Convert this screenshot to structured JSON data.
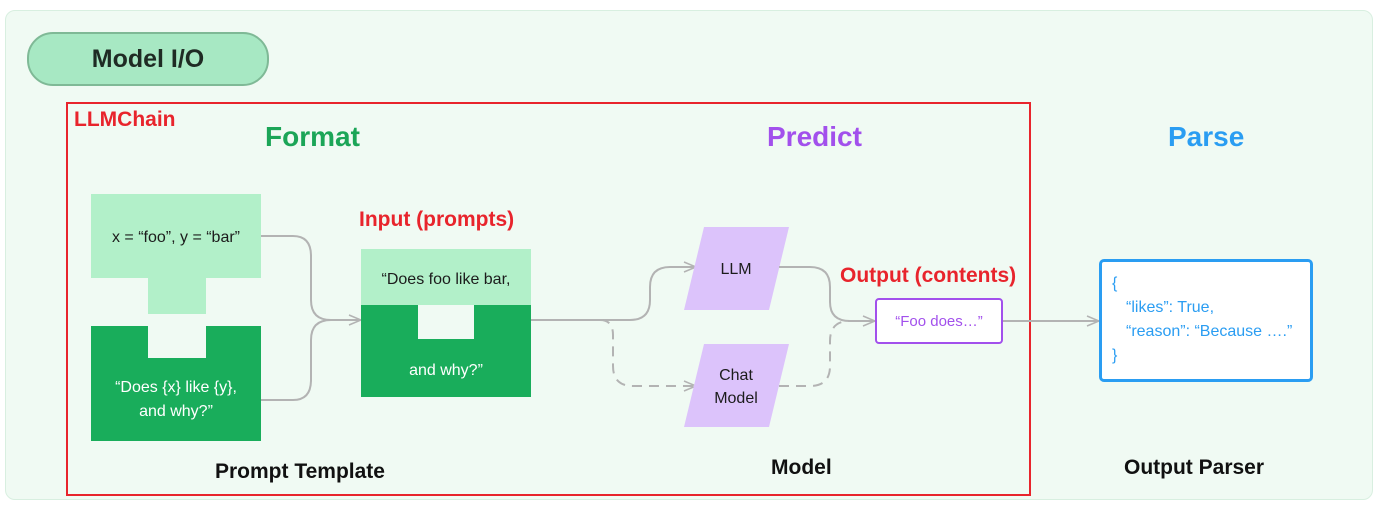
{
  "module_title": "Model I/O",
  "chain_label": "LLMChain",
  "sections": {
    "format": "Format",
    "predict": "Predict",
    "parse": "Parse"
  },
  "variables_box": "x = “foo”, y = “bar”",
  "template_box": {
    "line1": "“Does {x} like {y},",
    "line2": "and why?”"
  },
  "input_label": "Input (prompts)",
  "prompt_box": {
    "top_text": "“Does foo like bar,",
    "bottom_text": "and why?”"
  },
  "models": {
    "llm": "LLM",
    "chat_line1": "Chat",
    "chat_line2": "Model"
  },
  "output_label": "Output (contents)",
  "output_text": "“Foo does…”",
  "parser_output": {
    "open": "{",
    "line1": "“likes”: True,",
    "line2": "“reason”: “Because ….”",
    "close": "}"
  },
  "captions": {
    "prompt_template": "Prompt Template",
    "model": "Model",
    "output_parser": "Output Parser"
  },
  "colors": {
    "format_green": "#1ba557",
    "predict_purple": "#a250ec",
    "parse_blue": "#2a9df2",
    "chain_red": "#e8242c",
    "light_green": "#b2f0c9",
    "dark_green": "#19ad5b",
    "model_lavender": "#dcc3fb"
  }
}
